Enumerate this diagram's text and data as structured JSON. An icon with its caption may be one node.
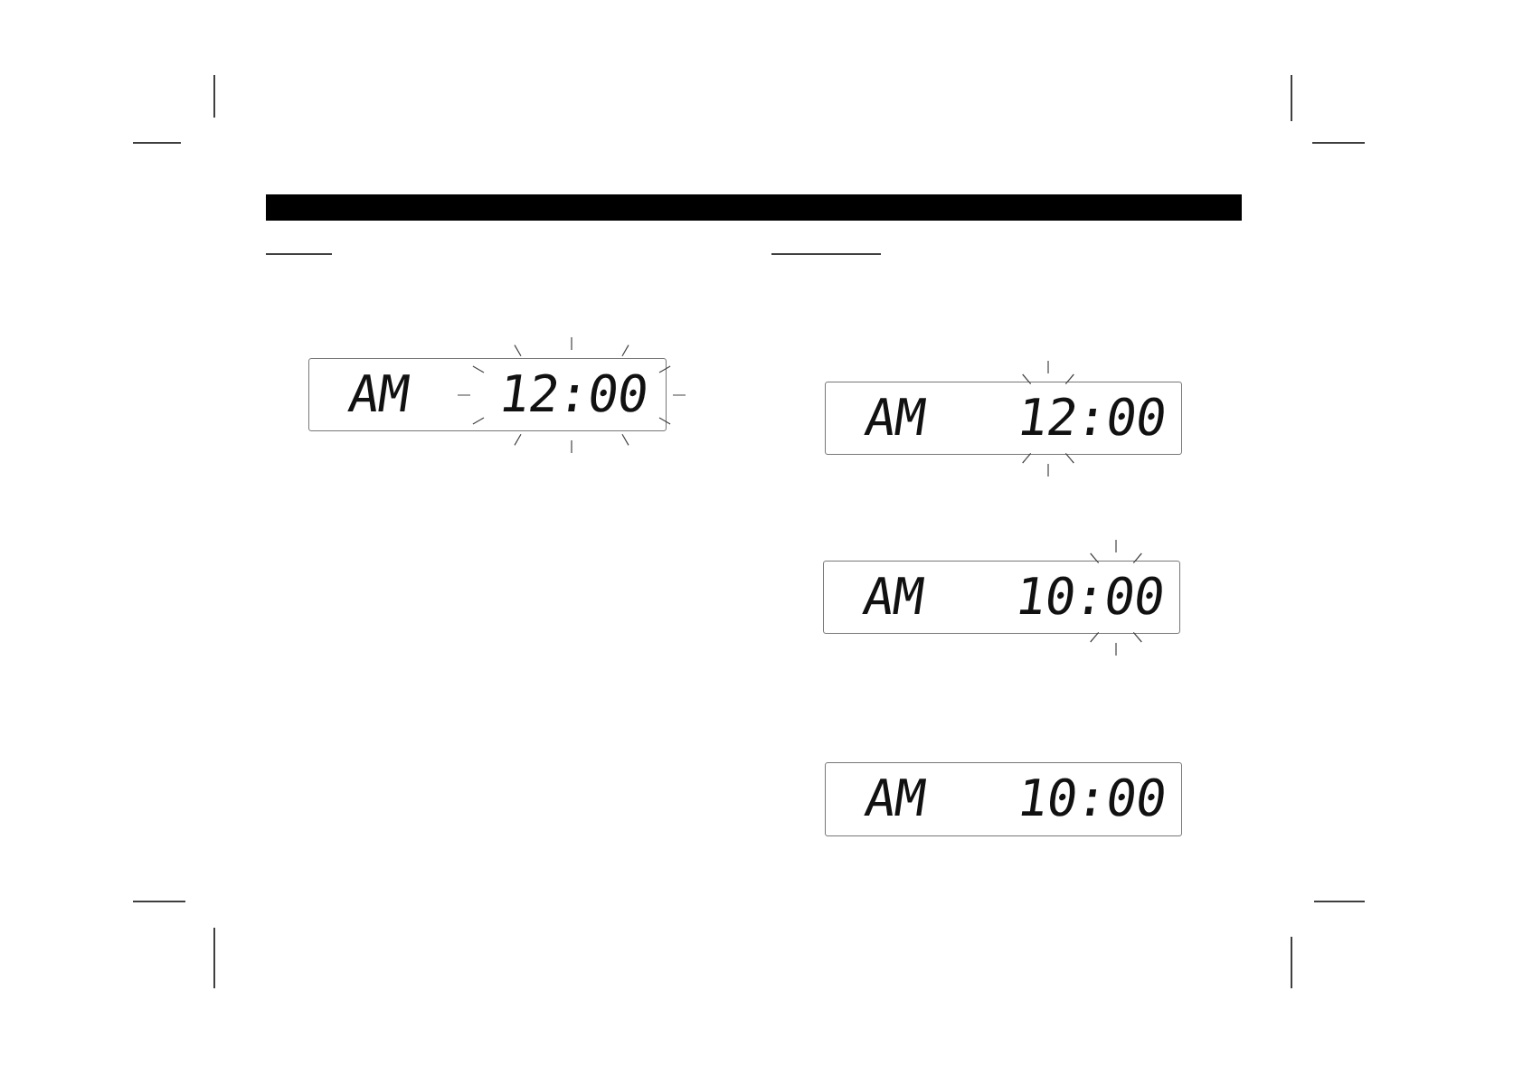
{
  "diagram": {
    "nodes": [
      {
        "text": [
          "AM",
          "12:00"
        ]
      },
      {
        "text": [
          "AM",
          "12:00"
        ]
      },
      {
        "text": [
          "AM",
          "10:00"
        ]
      },
      {
        "text": [
          "AM",
          "10:00"
        ]
      }
    ]
  }
}
